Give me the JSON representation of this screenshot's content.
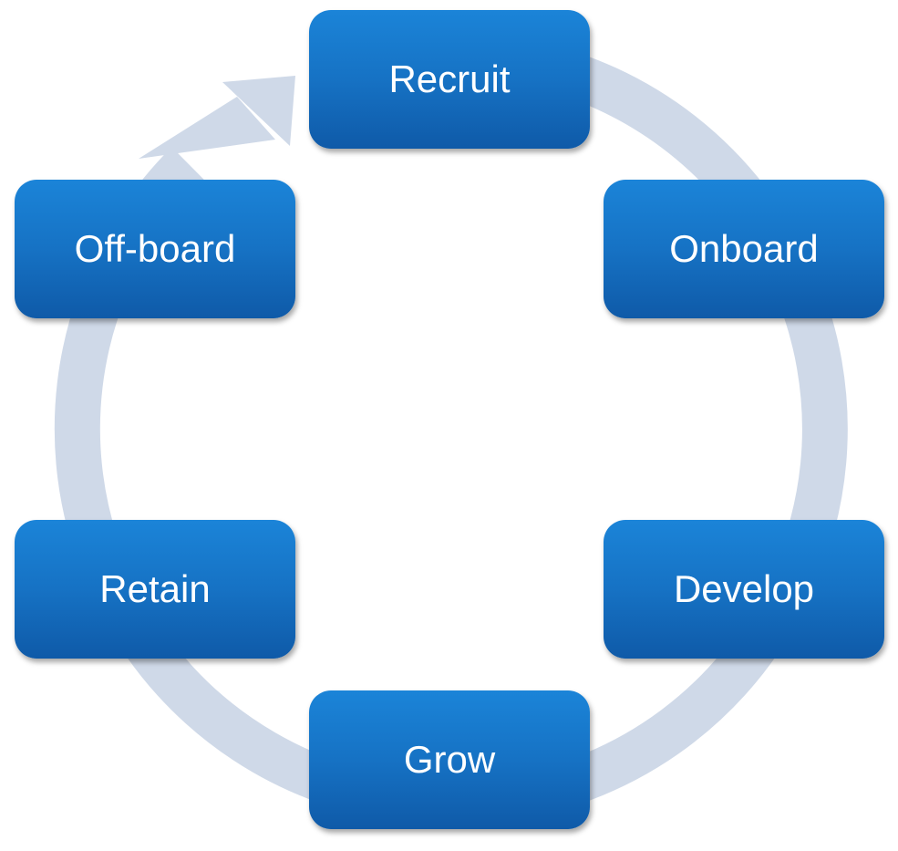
{
  "diagram": {
    "ring_color": "#cfd9e8",
    "box_color": "#1672c4",
    "text_color": "#ffffff",
    "steps": [
      {
        "label": "Recruit"
      },
      {
        "label": "Onboard"
      },
      {
        "label": "Develop"
      },
      {
        "label": "Grow"
      },
      {
        "label": "Retain"
      },
      {
        "label": "Off-board"
      }
    ]
  }
}
